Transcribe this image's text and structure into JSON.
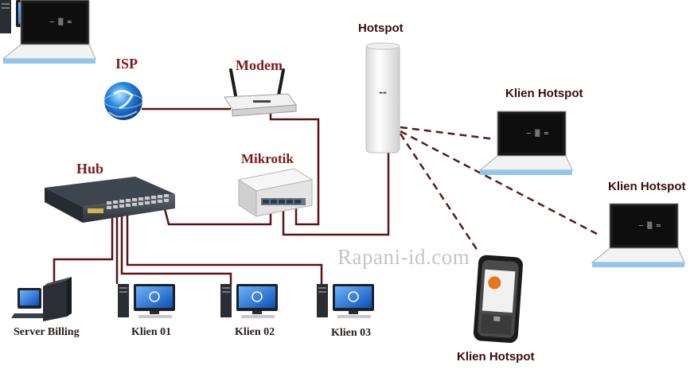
{
  "labels": {
    "hotspot": "Hotspot",
    "isp": "ISP",
    "modem": "Modem",
    "mikrotik": "Mikrotik",
    "hub": "Hub",
    "server_billing": "Server Billing",
    "klien01": "Klien 01",
    "klien02": "Klien 02",
    "klien03": "Klien 03",
    "klien_hotspot_1": "Klien Hotspot",
    "klien_hotspot_2": "Klien Hotspot",
    "klien_hotspot_3": "Klien Hotspot"
  },
  "watermark": "Rapani-id.com",
  "colors": {
    "wire": "#5a1414",
    "wireless": "#5a1a1a",
    "label": "#7a1a1a"
  },
  "icons": {
    "isp": "globe-icon",
    "modem": "router-icon",
    "mikrotik": "mikrotik-routerboard-icon",
    "hub": "network-switch-icon",
    "hotspot": "access-point-icon",
    "server": "server-pc-icon",
    "client": "desktop-pc-icon",
    "laptop": "netbook-icon",
    "phone": "mobile-phone-icon"
  }
}
